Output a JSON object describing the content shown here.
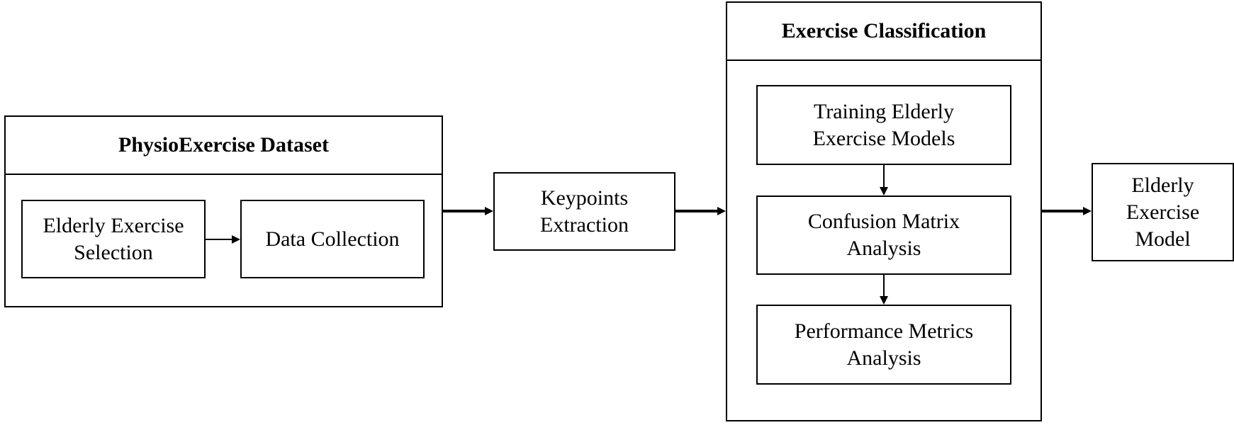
{
  "dataset": {
    "title": "PhysioExercise Dataset",
    "selection": "Elderly Exercise\nSelection",
    "collection": "Data Collection"
  },
  "keypoints": {
    "label": "Keypoints\nExtraction"
  },
  "classification": {
    "title": "Exercise Classification",
    "training": "Training Elderly\nExercise  Models",
    "confusion": "Confusion Matrix\nAnalysis",
    "performance": "Performance Metrics\nAnalysis"
  },
  "output": {
    "label": "Elderly\nExercise\nModel"
  }
}
